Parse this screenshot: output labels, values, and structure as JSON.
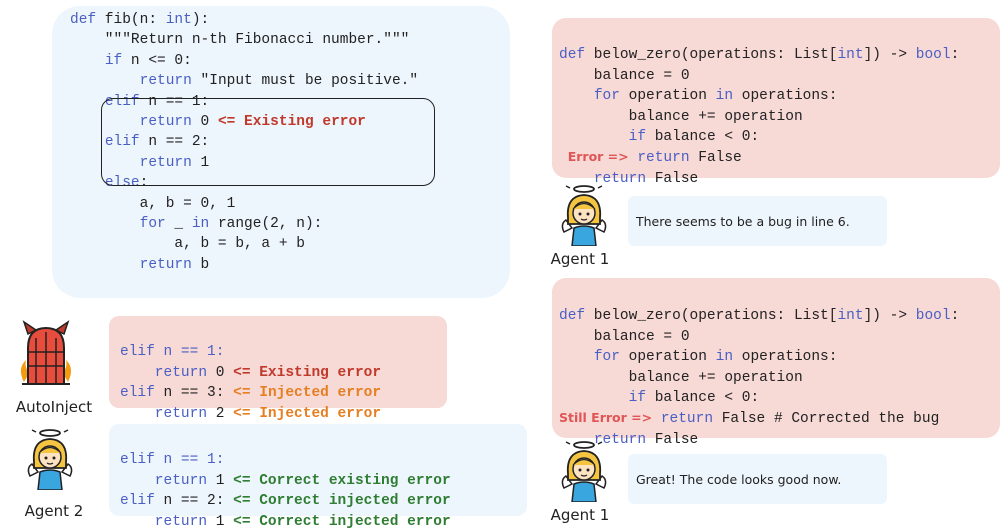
{
  "fib_block": {
    "lines": [
      [
        "def",
        " fib(n: ",
        "int",
        "):"
      ],
      [
        "    \"\"\"Return n-th Fibonacci number.\"\"\""
      ],
      [
        "    ",
        "if",
        " n <= 0:"
      ],
      [
        "        ",
        "return",
        " \"Input must be positive.\""
      ],
      [
        "    ",
        "elif",
        " n == 1:"
      ],
      [
        "        ",
        "return",
        " 0 "
      ],
      [
        "    ",
        "elif",
        " n == 2:"
      ],
      [
        "        ",
        "return",
        " 1"
      ],
      [
        "    ",
        "else",
        ":"
      ],
      [
        "        a, b = 0, 1"
      ],
      [
        "        ",
        "for",
        " _ ",
        "in",
        " range(2, n):"
      ],
      [
        "            a, b = b, a + b"
      ],
      [
        "        ",
        "return",
        " b"
      ]
    ],
    "existing_error_label": "<= Existing error"
  },
  "autoinject_block": {
    "line1": "elif n == 1:",
    "line2": "    return 0 ",
    "line2_label": "<= Existing error",
    "line3": "elif n == 3: ",
    "line3_label": "<= Injected error",
    "line4": "    return 2 ",
    "line4_label": "<= Injected error"
  },
  "agent2_block": {
    "line1": "elif n == 1:",
    "line2": "    return 1 ",
    "line2_label": "<= Correct existing error",
    "line3": "elif n == 2: ",
    "line3_label": "<= Correct injected error",
    "line4": "    return 1 ",
    "line4_label": "<= Correct injected error"
  },
  "below_zero_1": {
    "sig_def": "def",
    "sig_rest": " below_zero(operations: List[",
    "sig_int": "int",
    "sig_mid": "]) -> ",
    "sig_bool": "bool",
    "sig_end": ":",
    "l2": "    balance = 0",
    "l3_for": "for",
    "l3_mid": " operation ",
    "l3_in": "in",
    "l3_end": " operations:",
    "l4": "        balance += operation",
    "l5_if": "if",
    "l5_end": " balance < 0:",
    "l6_label": "Error =>",
    "l6_return": "return",
    "l6_end": " False",
    "l7_return": "return",
    "l7_end": " False"
  },
  "below_zero_2": {
    "l6_label": "Still Error =>",
    "l6_return": "return",
    "l6_end": " False # Corrected the bug"
  },
  "speech1": "There seems to be a bug in line 6.",
  "speech2": "Great! The code looks good now.",
  "captions": {
    "autoinject": "AutoInject",
    "agent2": "Agent 2",
    "agent1_top": "Agent 1",
    "agent1_bottom": "Agent 1"
  },
  "colors": {
    "blue_panel": "#eef6fd",
    "pink_panel": "#f7d9d6",
    "keyword": "#4a5fc4",
    "existing_error": "#c0392b",
    "injected_error": "#e67e22",
    "correct": "#2e7d32"
  }
}
